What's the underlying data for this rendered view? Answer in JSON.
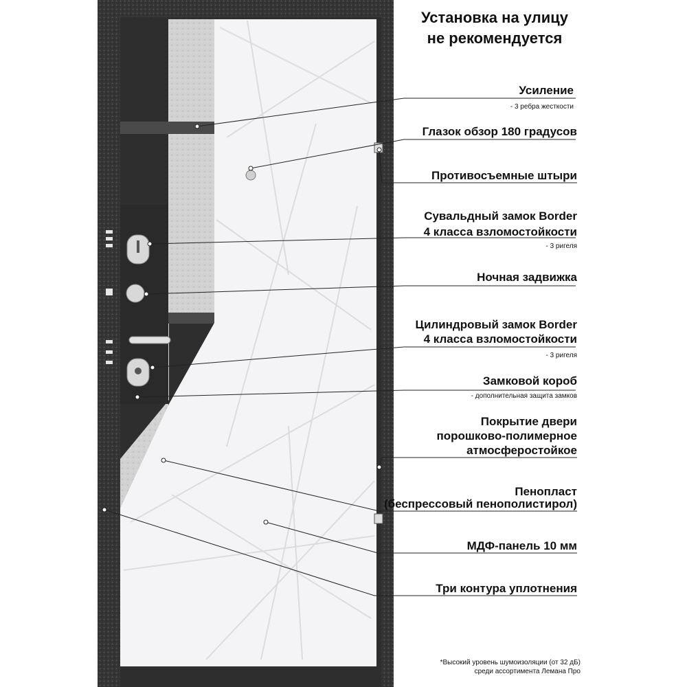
{
  "header": {
    "line1": "Установка на улицу",
    "line2": "не рекомендуется"
  },
  "callouts": [
    {
      "id": "reinforcement",
      "title": [
        "Усиление"
      ],
      "sub": "- 3 ребра жесткости"
    },
    {
      "id": "peephole",
      "title": [
        "Глазок обзор 180 градусов"
      ],
      "sub": ""
    },
    {
      "id": "anti-removal-pins",
      "title": [
        "Противосъемные штыри"
      ],
      "sub": ""
    },
    {
      "id": "lever-lock",
      "title": [
        "Сувальдный замок Border",
        "4 класса взломостойкости"
      ],
      "sub": "- 3 ригеля"
    },
    {
      "id": "night-latch",
      "title": [
        "Ночная задвижка"
      ],
      "sub": ""
    },
    {
      "id": "cylinder-lock",
      "title": [
        "Цилиндровый замок Border",
        "4 класса взломостойкости"
      ],
      "sub": "- 3 ригеля"
    },
    {
      "id": "lock-box",
      "title": [
        "Замковой короб"
      ],
      "sub": "- дополнительная защита замков"
    },
    {
      "id": "coating",
      "title": [
        "Покрытие двери",
        "порошково-полимерное",
        "атмосферостойкое"
      ],
      "sub": ""
    },
    {
      "id": "foam",
      "title": [
        "Пенопласт",
        "(беспрессовый пенополистирол)"
      ],
      "sub": ""
    },
    {
      "id": "mdf-panel",
      "title": [
        "МДФ-панель 10 мм"
      ],
      "sub": ""
    },
    {
      "id": "seal-contours",
      "title": [
        "Три контура уплотнения"
      ],
      "sub": ""
    }
  ],
  "footnote": {
    "line1": "*Высокий уровень шумоизоляции (от 32 дБ)",
    "line2": "среди ассортимента Лемана Про"
  },
  "colors": {
    "frame": "#3a3a3a",
    "panel": "#f4f4f6",
    "foam": "#cfcfcf",
    "steel": "#4a4a4a",
    "leader": "#222222",
    "text": "#111111"
  }
}
